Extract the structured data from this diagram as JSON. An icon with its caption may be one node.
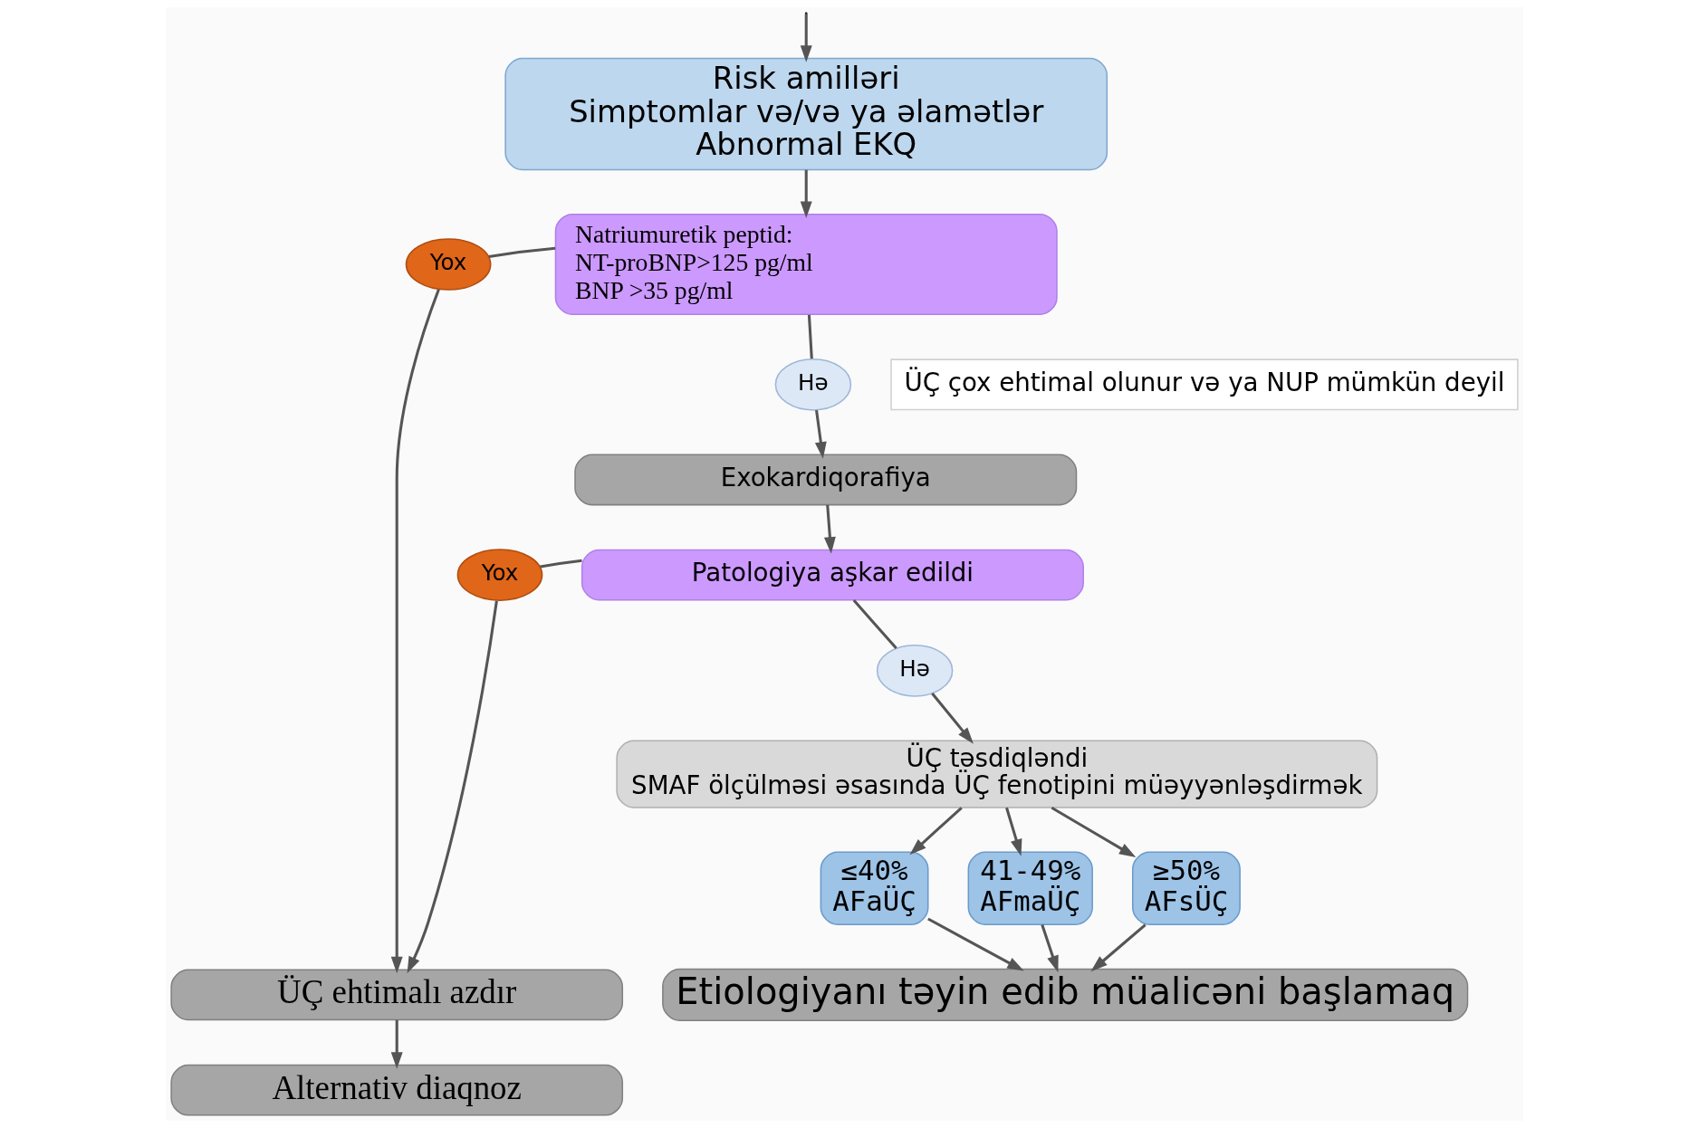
{
  "diagram": {
    "nodes": [
      {
        "text": [
          "Risk amilləri",
          "Simptomlar və/və ya əlamətlər",
          "Abnormal EKQ"
        ]
      },
      {
        "text": [
          "Natriumuretik peptid:",
          "NT-proBNP>125 pg/ml",
          "BNP >35 pg/ml"
        ]
      },
      {
        "text": [
          "Yox"
        ]
      },
      {
        "text": [
          "Hə"
        ]
      },
      {
        "text": [
          "ÜÇ çox ehtimal olunur və ya NUP mümkün deyil"
        ]
      },
      {
        "text": [
          "Exokardiqorafiya"
        ]
      },
      {
        "text": [
          "Patologiya aşkar edildi"
        ]
      },
      {
        "text": [
          "Yox"
        ]
      },
      {
        "text": [
          "Hə"
        ]
      },
      {
        "text": [
          "ÜÇ təsdiqləndi",
          "SMAF ölçülməsi əsasında ÜÇ fenotipini müəyyənləşdirmək"
        ]
      },
      {
        "text": [
          "≤40%",
          "AFaÜÇ"
        ]
      },
      {
        "text": [
          "41-49%",
          "AFmaÜÇ"
        ]
      },
      {
        "text": [
          "≥50%",
          "AFsÜÇ"
        ]
      },
      {
        "text": [
          "ÜÇ ehtimalı azdır"
        ]
      },
      {
        "text": [
          "Alternativ diaqnoz"
        ]
      },
      {
        "text": [
          "Etiologiyanı təyin edib müalicəni başlamaq"
        ]
      }
    ],
    "edges": [
      {
        "from": null,
        "to": 0,
        "arrow": "to"
      },
      {
        "from": 0,
        "to": 1,
        "arrow": "to"
      },
      {
        "from": 1,
        "to": 2,
        "arrow": "none"
      },
      {
        "from": 2,
        "to": 13,
        "arrow": "to"
      },
      {
        "from": 1,
        "to": 3,
        "arrow": "none"
      },
      {
        "from": 3,
        "to": 5,
        "arrow": "to"
      },
      {
        "from": 5,
        "to": 6,
        "arrow": "to"
      },
      {
        "from": 6,
        "to": 7,
        "arrow": "none"
      },
      {
        "from": 7,
        "to": 13,
        "arrow": "to"
      },
      {
        "from": 6,
        "to": 8,
        "arrow": "none"
      },
      {
        "from": 8,
        "to": 9,
        "arrow": "to"
      },
      {
        "from": 9,
        "to": 10,
        "arrow": "to"
      },
      {
        "from": 9,
        "to": 11,
        "arrow": "to"
      },
      {
        "from": 9,
        "to": 12,
        "arrow": "to"
      },
      {
        "from": 10,
        "to": 15,
        "arrow": "to"
      },
      {
        "from": 11,
        "to": 15,
        "arrow": "to"
      },
      {
        "from": 12,
        "to": 15,
        "arrow": "to"
      },
      {
        "from": 13,
        "to": 14,
        "arrow": "to"
      }
    ]
  }
}
